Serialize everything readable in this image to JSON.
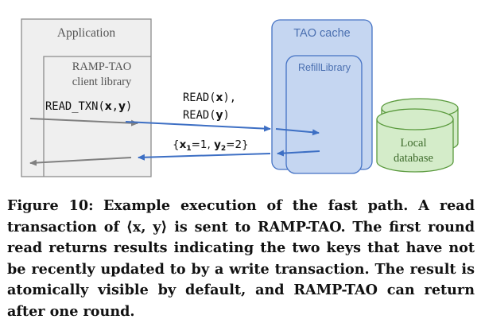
{
  "diagram": {
    "application_label": "Application",
    "client_library_label_line1": "RAMP-TAO",
    "client_library_label_line2": "client library",
    "tao_cache_label": "TAO cache",
    "refill_library_label": "RefillLibrary",
    "local_db_label_line1": "Local",
    "local_db_label_line2": "database",
    "read_txn_label": "READ_TXN(x,y)",
    "read_x_label": "READ(x),",
    "read_y_label": "READ(y)",
    "result_label": "{x1=1, y2=2}",
    "colors": {
      "app_fill": "#efefef",
      "app_border": "#8c8c8c",
      "cache_fill": "#c5d6f1",
      "cache_border": "#4472c4",
      "db_fill": "#d4ecc9",
      "db_border": "#5a9a3d",
      "arrow_blue": "#3d6fc4",
      "arrow_gray": "#808080"
    }
  },
  "caption": {
    "figure_label": "Figure 10:",
    "text": "Example execution of the fast path. A read transaction of ⟨x, y⟩ is sent to RAMP-TAO. The first round read returns results indicating the two keys that have not be recently updated to by a write transaction. The result is atomically visible by default, and RAMP-TAO can return after one round."
  }
}
